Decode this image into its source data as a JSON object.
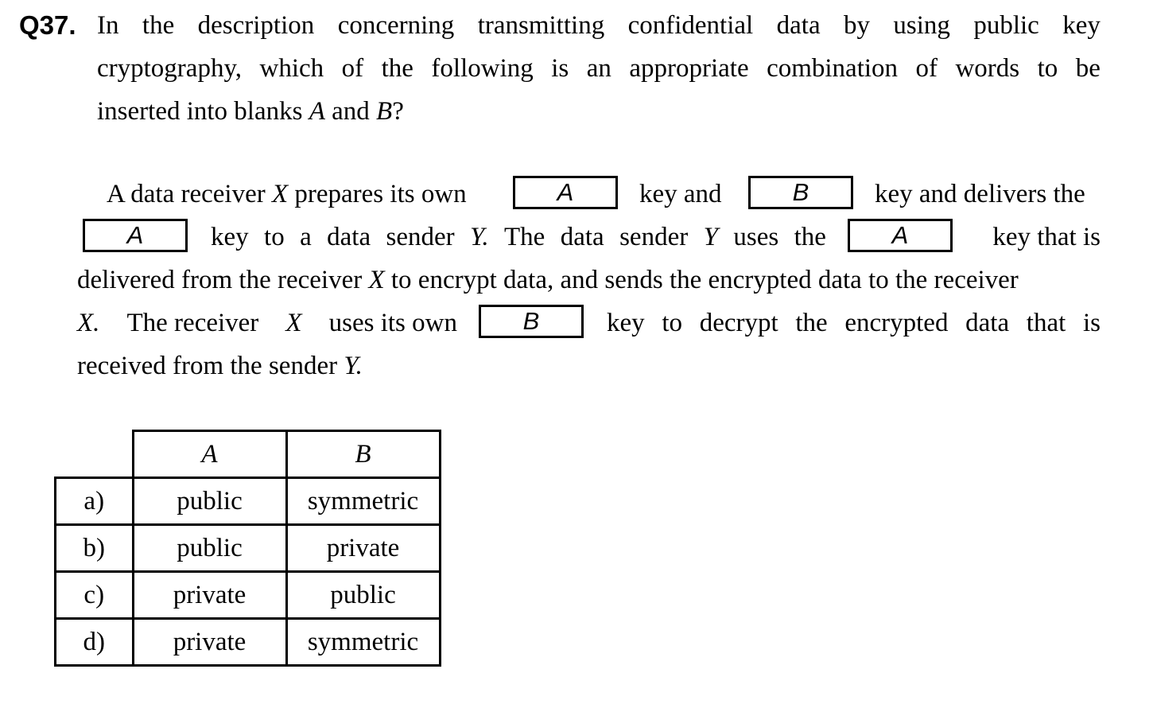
{
  "question": {
    "number": "Q37.",
    "text_lines": [
      [
        "In",
        "the",
        "description",
        "concerning",
        "transmitting",
        "confidential",
        "data",
        "by",
        "using",
        "public",
        "key"
      ],
      [
        "cryptography,",
        "which",
        "of",
        "the",
        "following",
        "is",
        "an",
        "appropriate",
        "combination",
        "of",
        "words",
        "to",
        "be"
      ]
    ],
    "line3_pre": "inserted into blanks ",
    "line3_a": "A",
    "line3_mid": " and ",
    "line3_b": "B",
    "line3_end": "?"
  },
  "passage": {
    "l1_pre": "A data receiver ",
    "l1_x": "X",
    "l1_post": " prepares its own",
    "l1_key_and": "key and",
    "l1_end": "key and delivers the",
    "l2_words": [
      "key",
      "to",
      "a",
      "data",
      "sender"
    ],
    "l2_y": "Y.",
    "l2_words2": [
      "The",
      "data",
      "sender"
    ],
    "l2_y2": "Y",
    "l2_words3": [
      "uses",
      "the"
    ],
    "l2_end": "key that is",
    "l3_pre": "delivered from the receiver ",
    "l3_x": "X",
    "l3_post": " to encrypt data, and sends the encrypted data to the receiver",
    "l4_x": "X.",
    "l4_mid": "The receiver",
    "l4_x2": "X",
    "l4_post": "uses its own",
    "l4_end": "key to decrypt the encrypted data that is",
    "l5_pre": "received from the sender ",
    "l5_y": "Y."
  },
  "blanks": {
    "a": "A",
    "b": "B"
  },
  "answers": {
    "headers": [
      "A",
      "B"
    ],
    "rows": [
      {
        "label": "a)",
        "a": "public",
        "b": "symmetric"
      },
      {
        "label": "b)",
        "a": "public",
        "b": "private"
      },
      {
        "label": "c)",
        "a": "private",
        "b": "public"
      },
      {
        "label": "d)",
        "a": "private",
        "b": "symmetric"
      }
    ]
  }
}
